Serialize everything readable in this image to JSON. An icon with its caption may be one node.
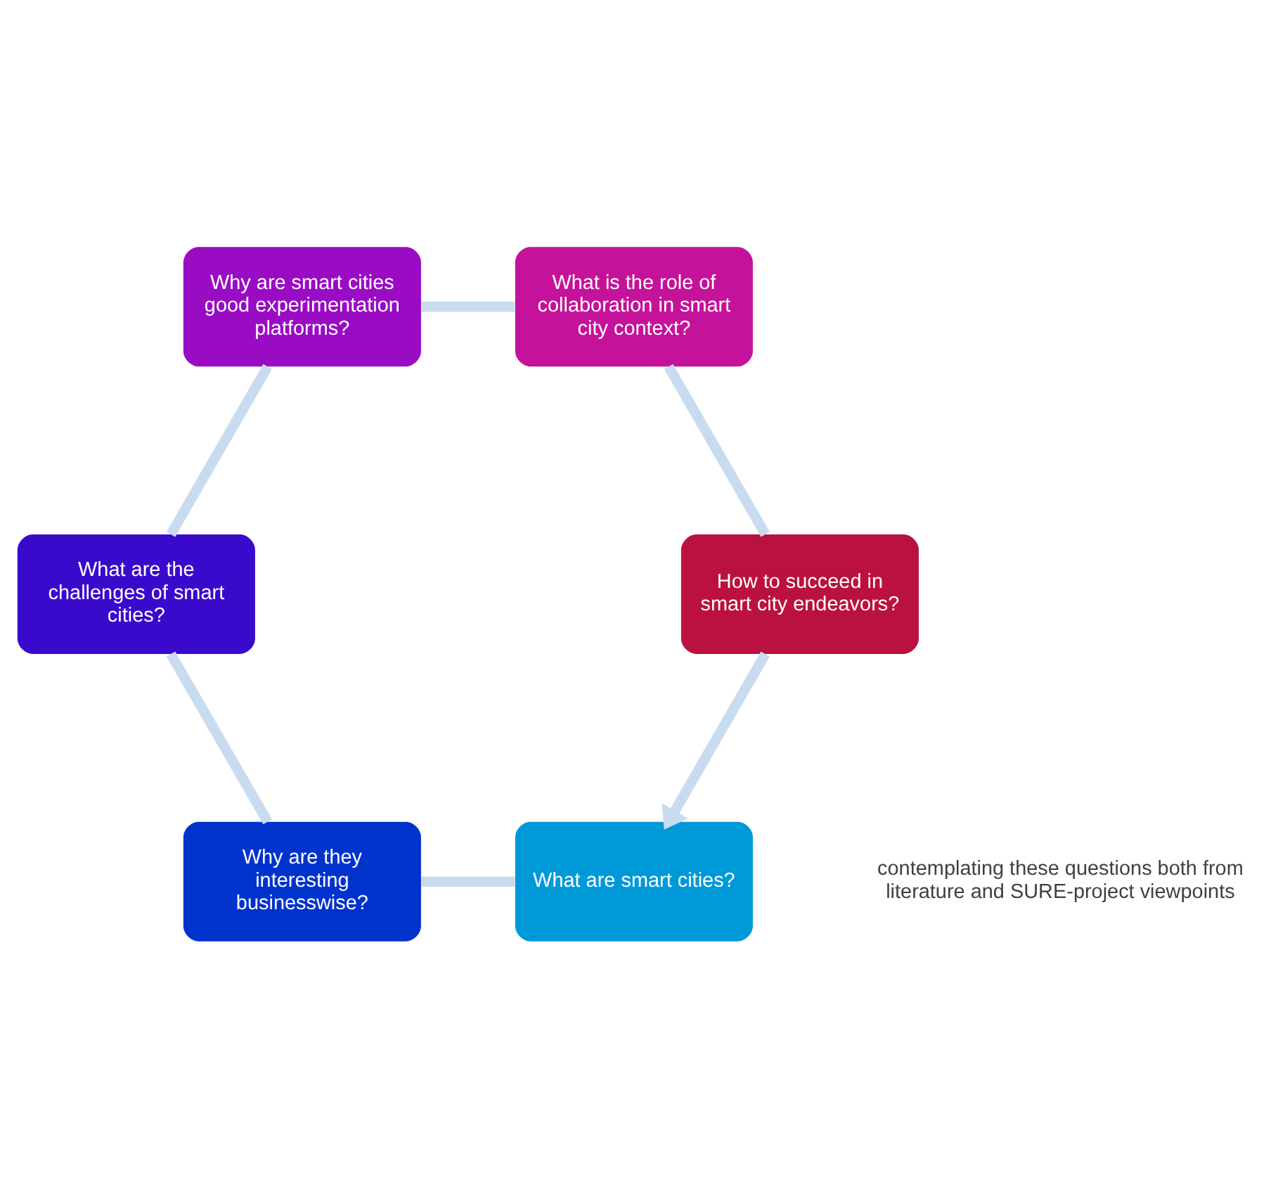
{
  "diagram": {
    "nodes": [
      {
        "text": [
          "What are smart cities?"
        ]
      },
      {
        "text": [
          "Why are they interesting businesswise?"
        ]
      },
      {
        "text": [
          "What are the challenges of smart cities?"
        ]
      },
      {
        "text": [
          "Why are smart cities good experimentation platforms?"
        ]
      },
      {
        "text": [
          "What is the role of collaboration in smart city context?"
        ]
      },
      {
        "text": [
          "How to succeed in smart city endeavors?"
        ]
      }
    ],
    "edges": [
      {
        "from": 0,
        "to": 1,
        "arrow": "none"
      },
      {
        "from": 1,
        "to": 2,
        "arrow": "none"
      },
      {
        "from": 2,
        "to": 3,
        "arrow": "none"
      },
      {
        "from": 3,
        "to": 4,
        "arrow": "none"
      },
      {
        "from": 4,
        "to": 5,
        "arrow": "none"
      },
      {
        "from": 5,
        "to": 0,
        "arrow": "to"
      }
    ],
    "labels": [
      "contemplating these questions both from literature and SURE-project viewpoints"
    ]
  }
}
